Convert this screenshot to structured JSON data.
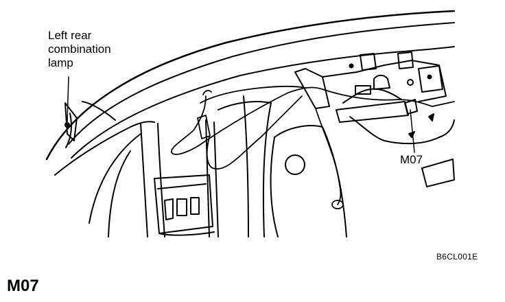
{
  "diagram": {
    "callouts": {
      "lamp_line1": "Left rear",
      "lamp_line2": "combination",
      "lamp_line3": "lamp",
      "connector": "M07"
    },
    "figure_code": "B6CL001E",
    "connector_title": "M07",
    "line_color": "#000000",
    "background_color": "#ffffff"
  }
}
